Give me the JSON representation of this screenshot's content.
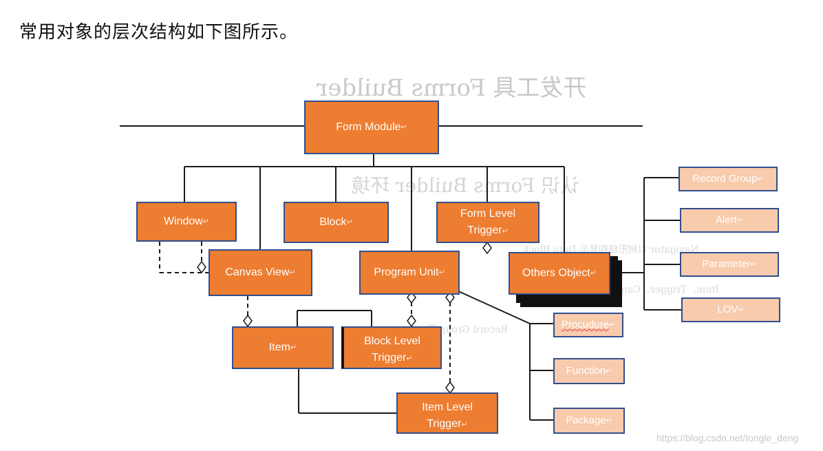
{
  "heading": "常用对象的层次结构如下图所示。",
  "nodes": {
    "form_module": "Form Module",
    "window": "Window",
    "block": "Block",
    "form_level_trigger": "Form Level Trigger",
    "canvas_view": "Canvas View",
    "program_unit": "Program Unit",
    "others_object": "Others Object",
    "item": "Item",
    "block_level_trigger": "Block Level Trigger",
    "item_level_trigger": "Item Level Trigger",
    "procudure": "Procudure",
    "function": "Function",
    "package": "Package",
    "record_group": "Record Group",
    "alert": "Alert",
    "parameter": "Parameter",
    "lov": "LOV"
  },
  "paragraph_mark": "↵",
  "background_scan": {
    "title": "开发工具 Forms Builder",
    "subtitle": "认识 Forms Builder 环境",
    "lines": [
      "Navigator 以树形结构显示 Data Block",
      "Item、Trigger、Canvas 等，Parameter 参数",
      "Record Group 等"
    ]
  },
  "watermark": "https://blog.csdn.net/tongle_deng",
  "colors": {
    "main_fill": "#ed7d31",
    "light_fill": "#f8cbad",
    "border": "#2f4f8f",
    "connector": "#1a1a1a"
  }
}
